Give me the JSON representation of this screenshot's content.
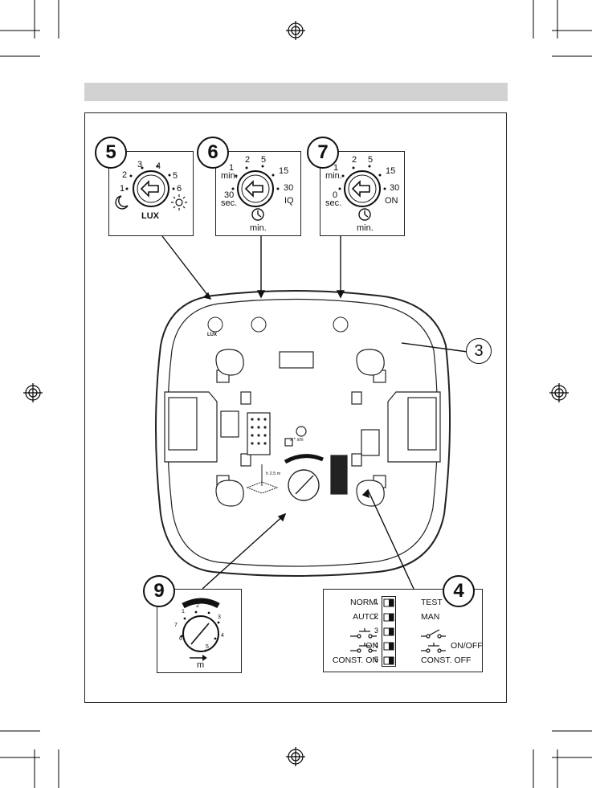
{
  "markers": {
    "m5": "5",
    "m6": "6",
    "m7": "7",
    "m3": "3",
    "m9": "9",
    "m4": "4"
  },
  "lux_dial": {
    "ticks": [
      "1",
      "2",
      "3",
      "4",
      "5",
      "6"
    ],
    "label": "LUX"
  },
  "time_dial": {
    "ticks": [
      "1",
      "2",
      "5",
      "15",
      "30",
      "IQ"
    ],
    "left_top": "min.",
    "left_bottom": "30",
    "left_bottom2": "sec.",
    "unit": "min."
  },
  "off_dial": {
    "ticks": [
      "1",
      "2",
      "5",
      "15",
      "30",
      "ON"
    ],
    "left_top": "min.",
    "left_bottom": "0",
    "left_bottom2": "sec.",
    "unit": "min."
  },
  "range_dial": {
    "ticks": [
      "1",
      "2",
      "3",
      "4",
      "5",
      "6",
      "7"
    ],
    "unit": "m"
  },
  "device": {
    "range_note": "x * xm",
    "height_note": "h 2.5 m"
  },
  "dip_switch": {
    "left": [
      "NORM.",
      "AUTO.",
      "",
      "ON",
      "CONST. ON"
    ],
    "numbers": [
      "1",
      "2",
      "3",
      "4",
      "5"
    ],
    "right": [
      "TEST",
      "MAN",
      "",
      "ON/OFF",
      "CONST. OFF"
    ]
  }
}
